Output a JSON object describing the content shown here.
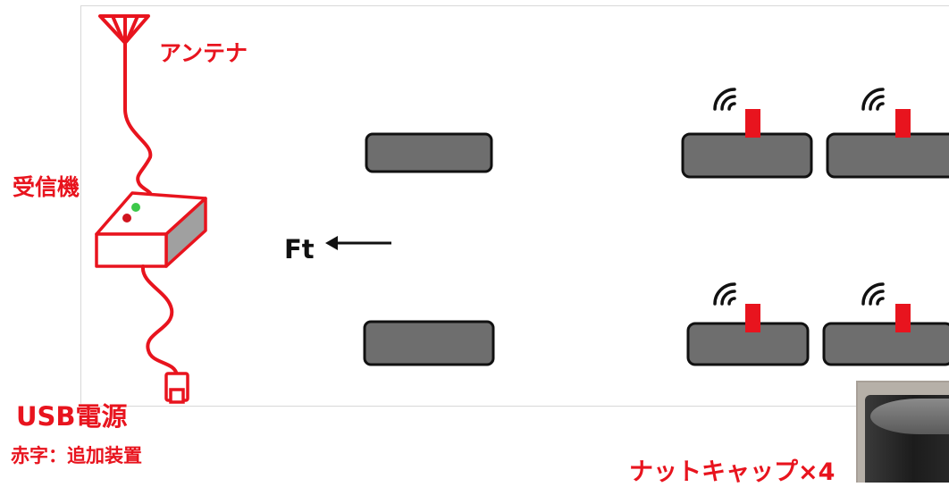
{
  "labels": {
    "antenna": "アンテナ",
    "receiver": "受信機",
    "usb_power": "USB電源",
    "note": "赤字：追加装置",
    "front": "Ft",
    "nut_cap": "ナットキャップ×4"
  },
  "colors": {
    "accent_red": "#e8141e",
    "wheel_fill": "#6e6e6e",
    "wheel_stroke": "#111111",
    "signal_black": "#111111",
    "receiver_side": "#a0a0a0",
    "led_green": "#3cc84a",
    "led_red": "#d0141e"
  },
  "icons": {
    "antenna": "antenna-icon",
    "receiver": "receiver-box-icon",
    "usb_plug": "usb-plug-icon",
    "wifi": "wifi-signal-icon",
    "arrow": "arrow-left-icon",
    "nut_cap_photo": "nut-cap-photo"
  }
}
